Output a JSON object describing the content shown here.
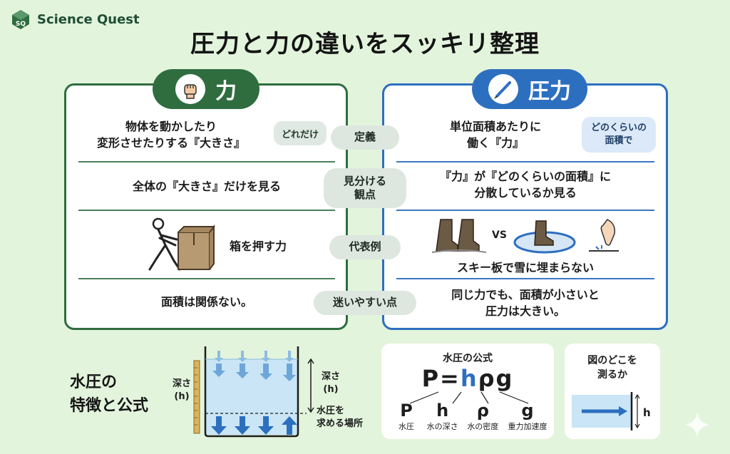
{
  "brand": {
    "name": "Science Quest",
    "logo_icon": "sq-cube-logo"
  },
  "title": "圧力と力の違いをスッキリ整理",
  "colors": {
    "green": "#2f6d3f",
    "blue": "#2d6fbf",
    "background": "#e3f4dc"
  },
  "left_panel": {
    "heading": "力",
    "icon": "fist-icon",
    "definition": [
      "物体を動かしたり",
      "変形させたりする『大きさ』"
    ],
    "definition_note": "どれだけ",
    "viewpoint": "全体の『大きさ』だけを見る",
    "example": "箱を押す力",
    "example_icon": "person-pushing-box-icon",
    "pitfall": "面積は関係ない。"
  },
  "right_panel": {
    "heading": "圧力",
    "icon": "needle-icon",
    "definition": [
      "単位面積あたりに",
      "働く『力』"
    ],
    "definition_note": [
      "どのくらいの",
      "面積で"
    ],
    "viewpoint": [
      "『力』が『どのくらいの面積』に",
      "分散しているか見る"
    ],
    "example_vs": "VS",
    "example": "スキー板で雪に埋まらない",
    "example_icons": [
      "boots-icon",
      "snowshoes-icon",
      "finger-press-icon"
    ],
    "pitfall": [
      "同じ力でも、面積が小さいと",
      "圧力は大きい。"
    ]
  },
  "center_labels": {
    "definition": "定義",
    "viewpoint": [
      "見分ける",
      "観点"
    ],
    "example": "代表例",
    "pitfall": "迷いやすい点"
  },
  "water_pressure": {
    "title": [
      "水圧の",
      "特徴と公式"
    ],
    "depth_left": [
      "深さ",
      "(h)"
    ],
    "depth_right": [
      "深さ",
      "(h)"
    ],
    "point_label": [
      "水圧を",
      "求める場所"
    ]
  },
  "formula_card": {
    "title": "水圧の公式",
    "formula": {
      "p": "P",
      "eq": "=",
      "h": "h",
      "rho": "ρ",
      "g": "g"
    },
    "terms": [
      {
        "symbol": "P",
        "label": "水圧"
      },
      {
        "symbol": "h",
        "label": "水の深さ"
      },
      {
        "symbol": "ρ",
        "label": "水の密度"
      },
      {
        "symbol": "g",
        "label": "重力加速度"
      }
    ]
  },
  "measure_card": {
    "title": [
      "図のどこを",
      "測るか"
    ],
    "h_label": "h"
  }
}
